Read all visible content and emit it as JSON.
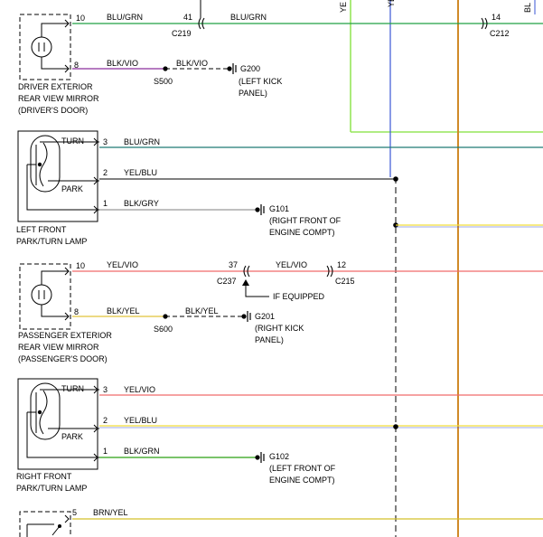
{
  "colors": {
    "blu_grn": "#1f7a73",
    "blu_grn_green": "#22a045",
    "blk_vio": "#8a2e9c",
    "yel_blu": "#f2dd3a",
    "blue_bus": "#3a56d6",
    "lime_bus": "#96e65a",
    "brown_bus": "#d08a28",
    "yel_vio": "#f06a6a",
    "blk_yel": "#e0c43a",
    "blk_gry": "#aaaaaa",
    "blk_grn": "#4fb038",
    "brn_yel": "#d4c12a",
    "black": "#000000"
  },
  "top": {
    "vert_label_1": "YE",
    "vert_label_2": "YE",
    "vert_label_3": "BL"
  },
  "mirror_driver": {
    "pin_a": "10",
    "wire_a": "BLU/GRN",
    "conn_pin": "41",
    "conn": "C219",
    "wire_a2": "BLU/GRN",
    "pin_b": "8",
    "wire_b": "BLK/VIO",
    "splice": "S500",
    "wire_b2": "BLK/VIO",
    "ground": "G200",
    "ground_loc_1": "(LEFT KICK",
    "ground_loc_2": "PANEL)",
    "name_1": "DRIVER EXTERIOR",
    "name_2": "REAR VIEW MIRROR",
    "name_3": "(DRIVER'S DOOR)",
    "right_pin": "14",
    "right_conn": "C212"
  },
  "left_front_lamp": {
    "turn": "TURN",
    "park": "PARK",
    "pin_3": "3",
    "wire_3": "BLU/GRN",
    "pin_2": "2",
    "wire_2": "YEL/BLU",
    "pin_1": "1",
    "wire_1": "BLK/GRY",
    "ground": "G101",
    "ground_loc_1": "(RIGHT FRONT OF",
    "ground_loc_2": "ENGINE COMPT)",
    "name_1": "LEFT FRONT",
    "name_2": "PARK/TURN LAMP"
  },
  "mirror_passenger": {
    "pin_a": "10",
    "wire_a": "YEL/VIO",
    "conn_pin": "37",
    "conn": "C237",
    "wire_a2": "YEL/VIO",
    "conn2_pin": "12",
    "conn2": "C215",
    "if_equipped": "IF EQUIPPED",
    "pin_b": "8",
    "wire_b": "BLK/YEL",
    "splice": "S600",
    "wire_b2": "BLK/YEL",
    "ground": "G201",
    "ground_loc_1": "(RIGHT KICK",
    "ground_loc_2": "PANEL)",
    "name_1": "PASSENGER EXTERIOR",
    "name_2": "REAR VIEW MIRROR",
    "name_3": "(PASSENGER'S DOOR)"
  },
  "right_front_lamp": {
    "turn": "TURN",
    "park": "PARK",
    "pin_3": "3",
    "wire_3": "YEL/VIO",
    "pin_2": "2",
    "wire_2": "YEL/BLU",
    "pin_1": "1",
    "wire_1": "BLK/GRN",
    "ground": "G102",
    "ground_loc_1": "(LEFT FRONT OF",
    "ground_loc_2": "ENGINE COMPT)",
    "name_1": "RIGHT FRONT",
    "name_2": "PARK/TURN LAMP"
  },
  "bottom": {
    "pin": "5",
    "wire": "BRN/YEL"
  }
}
